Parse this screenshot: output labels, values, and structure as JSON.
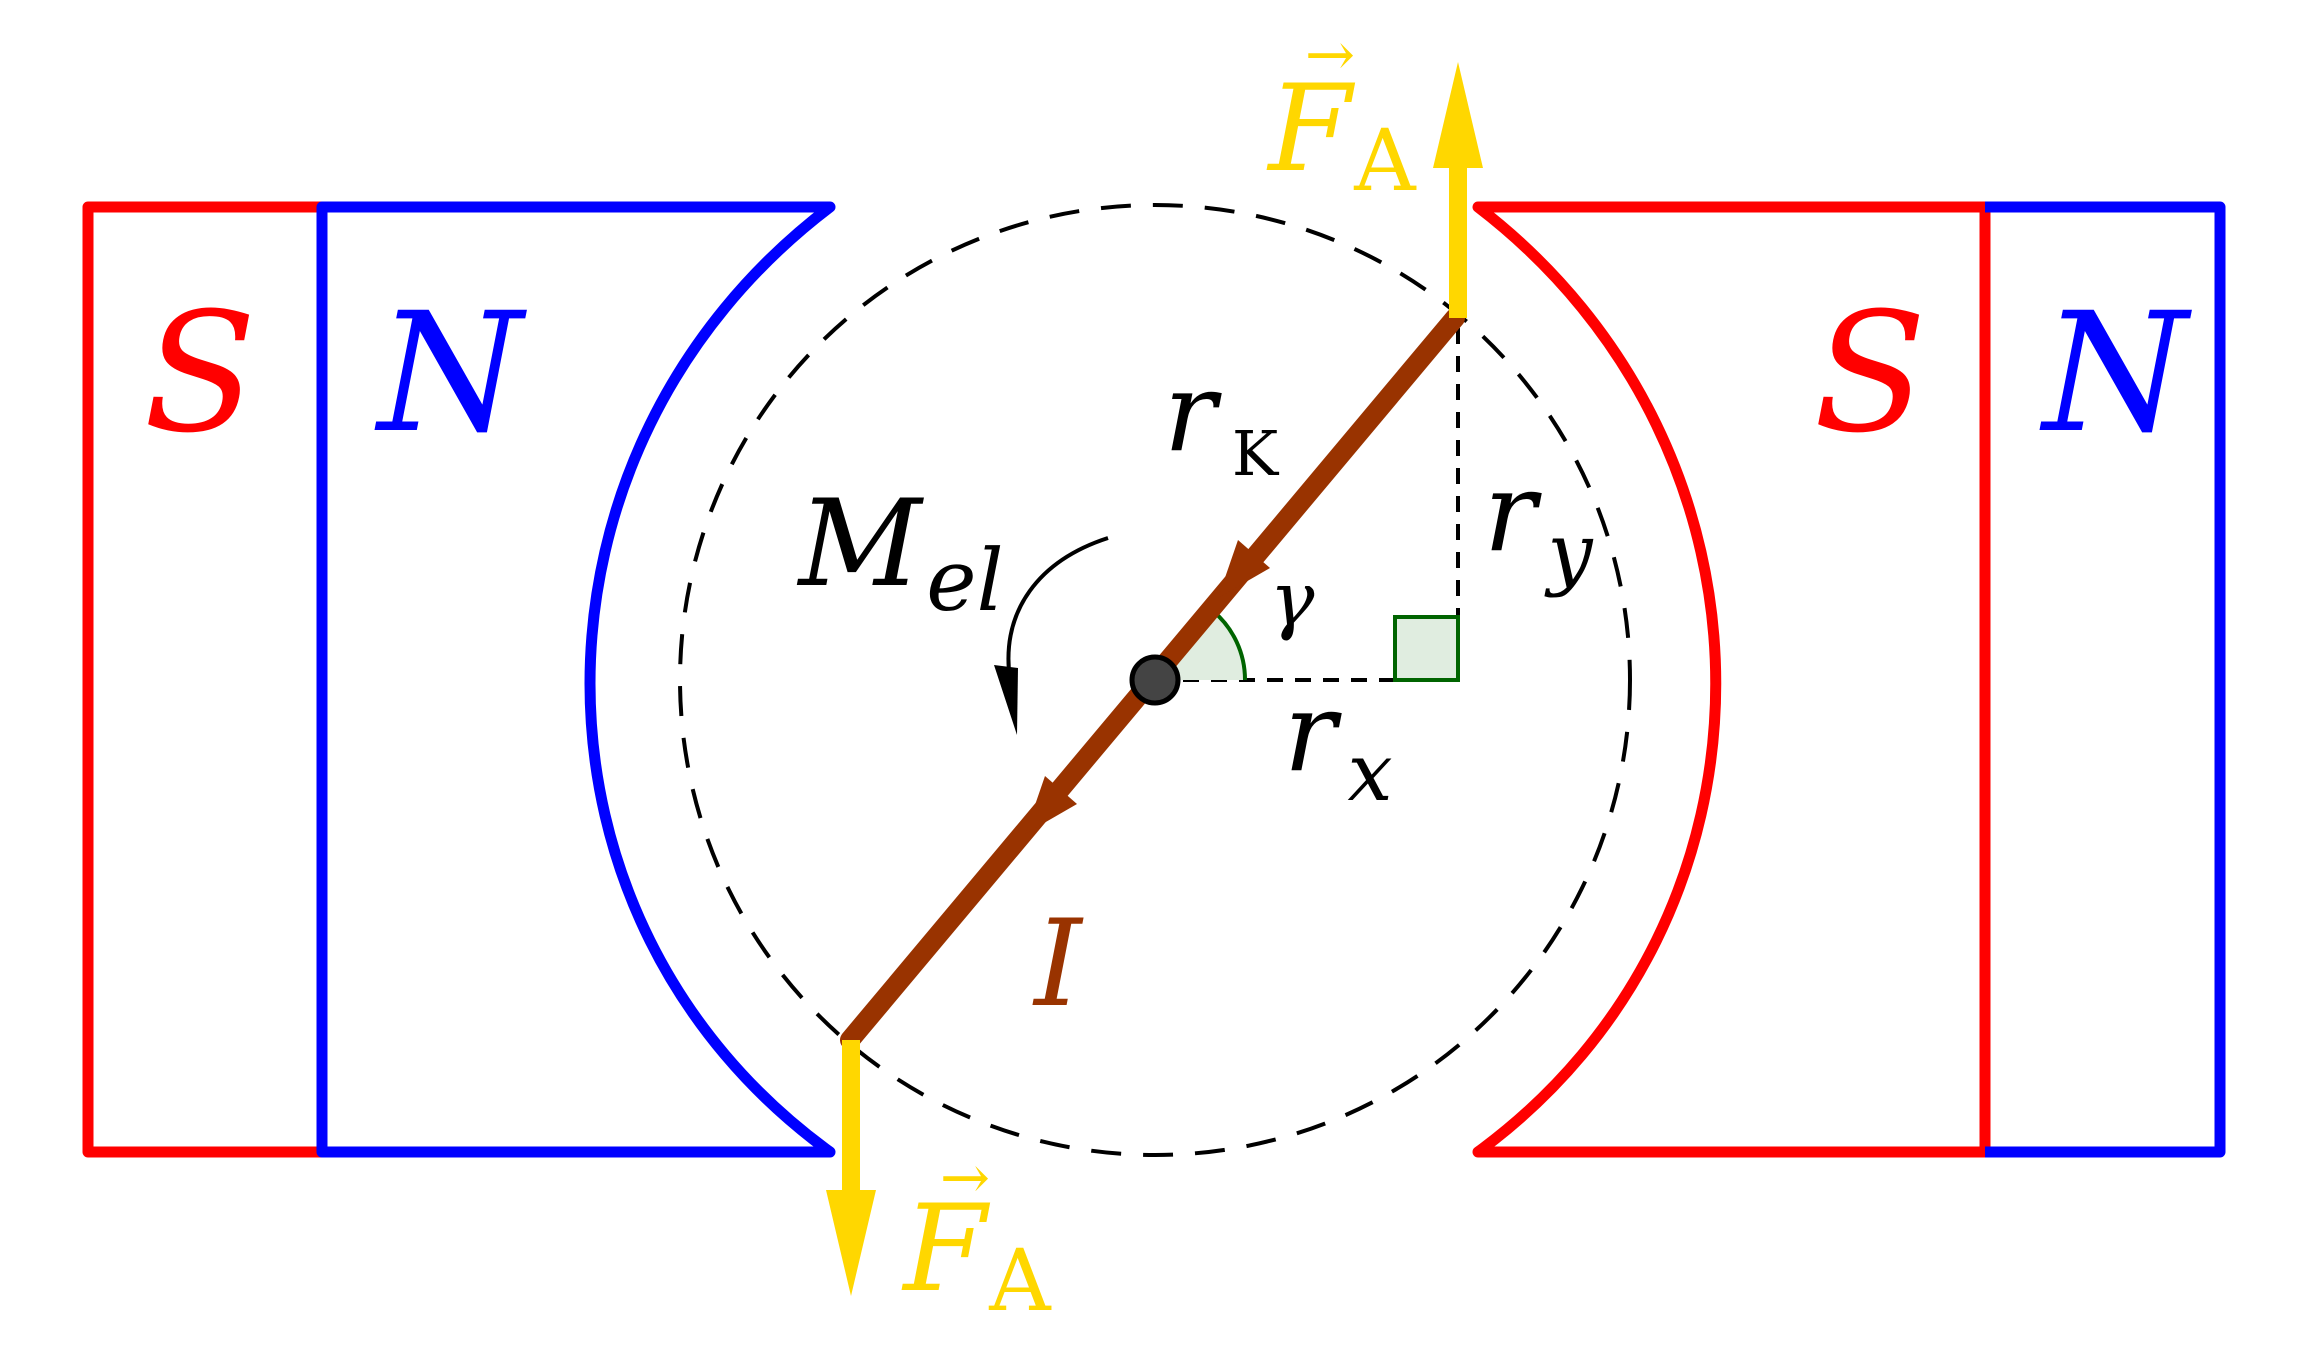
{
  "diagram": {
    "colors": {
      "south_pole": "#ff0000",
      "north_pole": "#0000ff",
      "force": "#ffd700",
      "conductor": "#993300",
      "angle_mark": "#006400",
      "angle_fill": "#e0ede0",
      "dashed": "#000000",
      "pivot": "#444444"
    },
    "left_magnet": {
      "south_label": "S",
      "north_label": "N"
    },
    "right_magnet": {
      "south_label": "S",
      "north_label": "N"
    },
    "conductor_label": "I",
    "radius_label": {
      "main": "r",
      "subscript": "K"
    },
    "rx_label": {
      "main": "r",
      "subscript": "x"
    },
    "ry_label": {
      "main": "r",
      "subscript": "y"
    },
    "angle_label": "γ",
    "torque_label": {
      "main": "M",
      "subscript": "el"
    },
    "force_top_label": {
      "main": "F",
      "subscript": "A",
      "arrow": "→"
    },
    "force_bottom_label": {
      "main": "F",
      "subscript": "A",
      "arrow": "→"
    }
  }
}
